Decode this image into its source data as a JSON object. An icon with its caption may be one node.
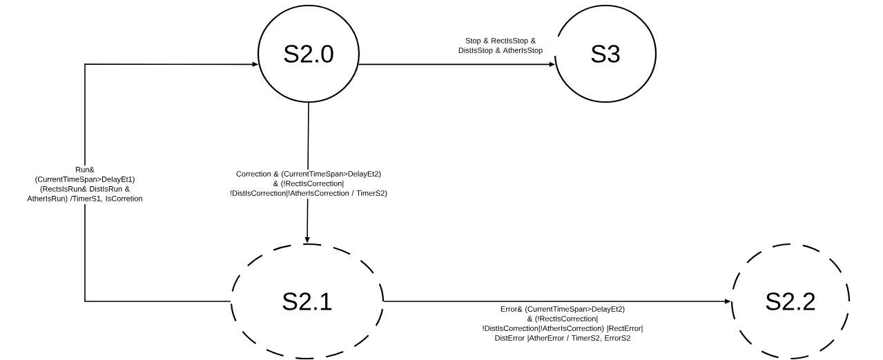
{
  "diagram": {
    "nodes": [
      {
        "text": [
          "S2.0"
        ]
      },
      {
        "text": [
          "S3"
        ]
      },
      {
        "text": [
          "S2.1"
        ]
      },
      {
        "text": [
          "S2.2"
        ]
      }
    ],
    "edges": [
      {
        "from": 2,
        "to": 0,
        "arrow": "to",
        "label": "Run& (CurrentTimeSpan>DelayEt1) (RectsIsRun& DistIsRun & AtherIsRun) /TimerS1, IsCorretion"
      },
      {
        "from": 0,
        "to": 1,
        "arrow": "to",
        "label": "Stop & RectIsStop & DistIsStop & AtherIsStop"
      },
      {
        "from": 0,
        "to": 2,
        "arrow": "to",
        "label": "Correction & (CurrentTimeSpan>DelayEt2) & (!RectIsCorrection| !DistIsCorrection|!AtherIsCorrection / TimerS2)"
      },
      {
        "from": 2,
        "to": 3,
        "arrow": "to",
        "label": "Error& (CurrentTimeSpan>DelayEt2) & (!RectIsCorrection| !DistIsCorrection|!AtherIsCorrection) |RectError| DistError |AtherError / TimerS2, ErrorS2"
      }
    ]
  }
}
